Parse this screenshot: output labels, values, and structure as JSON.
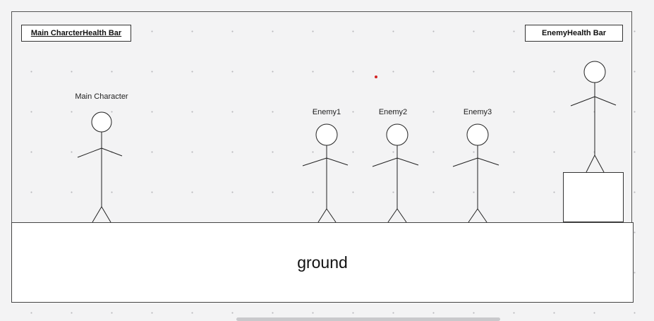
{
  "health_bars": {
    "main": "Main CharcterHealth Bar",
    "enemy": "EnemyHealth Bar"
  },
  "characters": {
    "main": "Main Character",
    "enemy1": "Enemy1",
    "enemy2": "Enemy2",
    "enemy3": "Enemy3"
  },
  "ground": "ground"
}
